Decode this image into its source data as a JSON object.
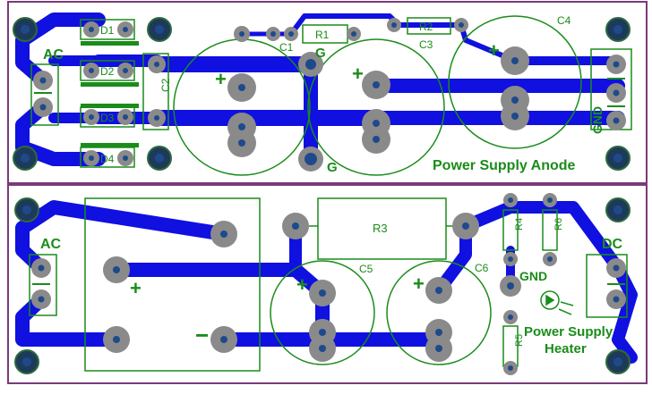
{
  "colors": {
    "trace": "#1010e0",
    "silk": "#1a8c1a",
    "pad": "#8a8a8a",
    "drill": "#1e4a8c",
    "border": "#7a3a7a",
    "mount": "#1e3a5a",
    "mount_ring": "#2e6a3a"
  },
  "top_board": {
    "ac_label": "AC",
    "d1": "D1",
    "d2": "D2",
    "d3": "D3",
    "d4": "D4",
    "c1": "C1",
    "c2": "C2",
    "c3": "C3",
    "c4": "C4",
    "r1": "R1",
    "r2": "R2",
    "g_upper": "G",
    "g_lower": "G",
    "plus1": "+",
    "plus2": "+",
    "plus3": "+",
    "gnd": "GND",
    "title": "Power Supply Anode"
  },
  "bottom_board": {
    "ac_label": "AC",
    "dc_label": "DC",
    "r3": "R3",
    "r4": "R4",
    "r5": "R5",
    "r6": "R6",
    "c5": "C5",
    "c6": "C6",
    "gnd": "GND",
    "plus_bridge": "+",
    "minus_bridge": "−",
    "plus_c5": "+",
    "plus_c6": "+",
    "title_line1": "Power Supply",
    "title_line2": "Heater"
  }
}
